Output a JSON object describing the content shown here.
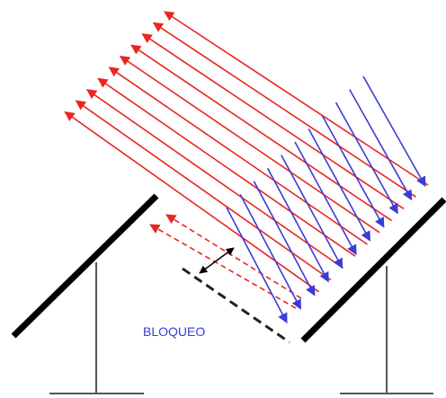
{
  "labels": {
    "blocking": "BLOQUEO"
  },
  "colors": {
    "incident_ray": "#3b3bd6",
    "reflected_ray": "#e8261f",
    "panel": "#000000",
    "support_post": "#555555",
    "block_line": "#222222",
    "label": "#3b3bd6"
  },
  "rays": {
    "reflected_solid_count": 10,
    "reflected_dashed_count": 2,
    "incident_count": 11
  }
}
